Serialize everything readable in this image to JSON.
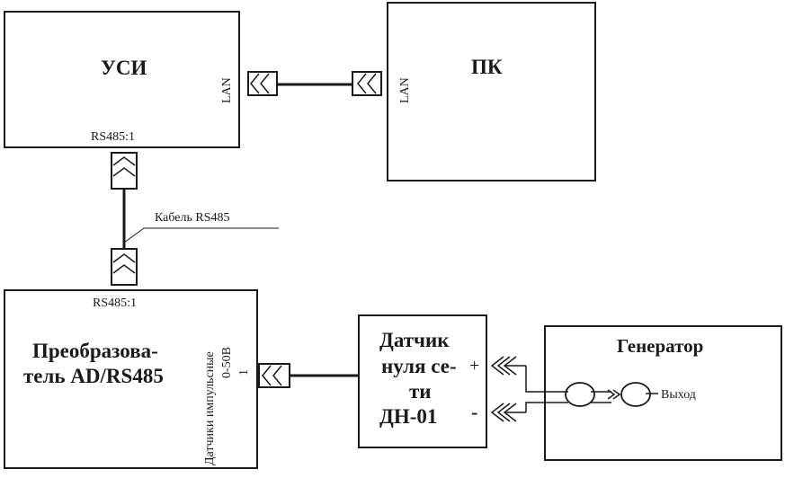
{
  "blocks": {
    "usi": {
      "title": "УСИ",
      "port_lan": "LAN",
      "port_rs485": "RS485:1"
    },
    "pc": {
      "title": "ПК",
      "port_lan": "LAN"
    },
    "converter": {
      "title_line1": "Преобразова-",
      "title_line2": "тель AD/RS485",
      "port_rs485": "RS485:1",
      "input_label_line1": "Датчики импульсные",
      "input_label_line2": "0-50В",
      "input_number": "1"
    },
    "sensor": {
      "title_line1": "Датчик",
      "title_line2": "нуля се-",
      "title_line3": "ти",
      "title_line4": "ДН-01",
      "plus": "+",
      "minus": "-"
    },
    "generator": {
      "title": "Генератор",
      "output_label": "Выход"
    }
  },
  "cable_label": "Кабель RS485"
}
